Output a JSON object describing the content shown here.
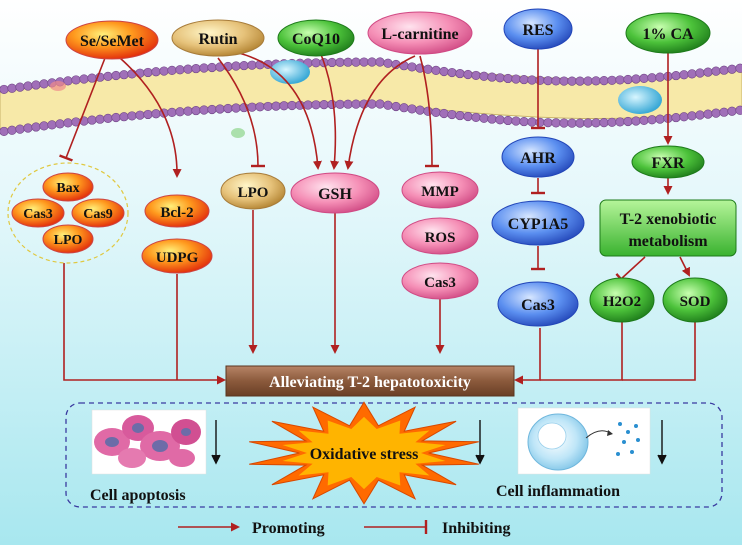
{
  "compounds": {
    "se": "Se/SeMet",
    "rutin": "Rutin",
    "coq10": "CoQ10",
    "lcarnitine": "L-carnitine",
    "res": "RES",
    "ca": "1% CA"
  },
  "targets": {
    "bax": "Bax",
    "cas3_a": "Cas3",
    "cas9": "Cas9",
    "lpo_a": "LPO",
    "bcl2": "Bcl-2",
    "udpg": "UDPG",
    "lpo_b": "LPO",
    "gsh": "GSH",
    "mmp": "MMP",
    "ros": "ROS",
    "cas3_b": "Cas3",
    "ahr": "AHR",
    "cyp1a5": "CYP1A5",
    "cas3_c": "Cas3",
    "fxr": "FXR",
    "xeno_line1": "T-2 xenobiotic",
    "xeno_line2": "metabolism",
    "h2o2": "H2O2",
    "sod": "SOD"
  },
  "central_label": "Alleviating T-2 hepatotoxicity",
  "outcomes": {
    "apoptosis": "Cell apoptosis",
    "oxidative": "Oxidative stress",
    "inflammation": "Cell inflammation"
  },
  "legend": {
    "promoting": "Promoting",
    "inhibiting": "Inhibiting"
  },
  "colors": {
    "arrow": "#b02020",
    "background_top": "#ffffff",
    "background_bottom": "#aee9f0",
    "label_box": "#8b5a3c"
  }
}
